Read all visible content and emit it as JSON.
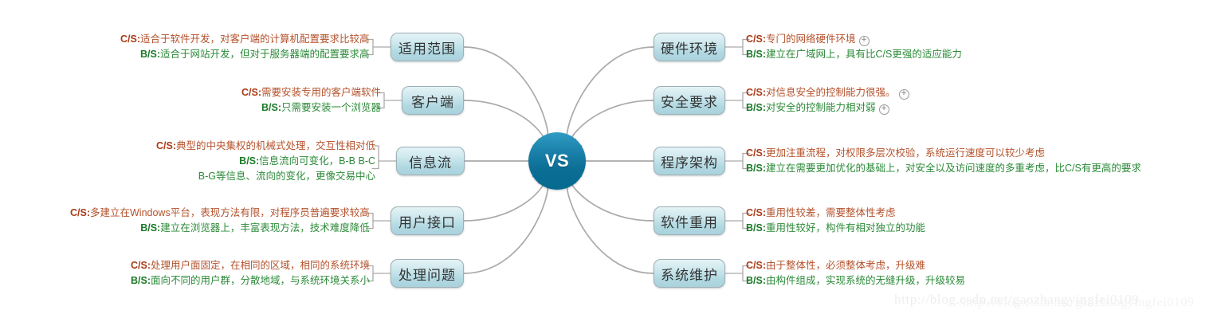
{
  "center": {
    "label": "VS"
  },
  "colors": {
    "center_fill": "#0c6f96",
    "topic_fill": "#b2d9e2",
    "topic_border": "#9fb0b4",
    "cs_text": "#b4522c",
    "bs_text": "#2b8a38",
    "connector": "#aaaaaa",
    "watermark": "#eeeeee"
  },
  "watermark": {
    "text": "http://blog.csdn.net/gaozhangyingfei0109"
  },
  "left_branches": [
    {
      "topic": "适用范围",
      "leaves": [
        {
          "tag": "C/S:",
          "type": "cs",
          "lines": [
            "适合于软件开发，对客户端的计算机配置要求比较高"
          ],
          "plus": false
        },
        {
          "tag": "B/S:",
          "type": "bs",
          "lines": [
            "适合于网站开发，但对于服务器端的配置要求高"
          ],
          "plus": false
        }
      ]
    },
    {
      "topic": "客户端",
      "leaves": [
        {
          "tag": "C/S:",
          "type": "cs",
          "lines": [
            "需要安装专用的客户端软件"
          ],
          "plus": false
        },
        {
          "tag": "B/S:",
          "type": "bs",
          "lines": [
            "只需要安装一个浏览器"
          ],
          "plus": false
        }
      ]
    },
    {
      "topic": "信息流",
      "leaves": [
        {
          "tag": "C/S:",
          "type": "cs",
          "lines": [
            "典型的中央集权的机械式处理，交互性相对低"
          ],
          "plus": false
        },
        {
          "tag": "B/S:",
          "type": "bs",
          "lines": [
            "信息流向可变化，B-B B-C",
            "B-G等信息、流向的变化，更像交易中心"
          ],
          "plus": false
        }
      ]
    },
    {
      "topic": "用户接口",
      "leaves": [
        {
          "tag": "C/S:",
          "type": "cs",
          "lines": [
            "多建立在Windows平台，表现方法有限，对程序员普遍要求较高"
          ],
          "plus": false
        },
        {
          "tag": "B/S:",
          "type": "bs",
          "lines": [
            "建立在浏览器上，丰富表现方法，技术难度降低"
          ],
          "plus": false
        }
      ]
    },
    {
      "topic": "处理问题",
      "leaves": [
        {
          "tag": "C/S:",
          "type": "cs",
          "lines": [
            "处理用户面固定，在相同的区域，相同的系统环境"
          ],
          "plus": false
        },
        {
          "tag": "B/S:",
          "type": "bs",
          "lines": [
            "面向不同的用户群，分散地域，与系统环境关系小"
          ],
          "plus": false
        }
      ]
    }
  ],
  "right_branches": [
    {
      "topic": "硬件环境",
      "leaves": [
        {
          "tag": "C/S:",
          "type": "cs",
          "lines": [
            "专门的网络硬件环境"
          ],
          "plus": true
        },
        {
          "tag": "B/S:",
          "type": "bs",
          "lines": [
            "建立在广域网上，具有比C/S更强的适应能力"
          ],
          "plus": false
        }
      ]
    },
    {
      "topic": "安全要求",
      "leaves": [
        {
          "tag": "C/S:",
          "type": "cs",
          "lines": [
            "对信息安全的控制能力很强。"
          ],
          "plus": true
        },
        {
          "tag": "B/S:",
          "type": "bs",
          "lines": [
            "对安全的控制能力相对弱"
          ],
          "plus": true
        }
      ]
    },
    {
      "topic": "程序架构",
      "leaves": [
        {
          "tag": "C/S:",
          "type": "cs",
          "lines": [
            "更加注重流程，对权限多层次校验，系统运行速度可以较少考虑"
          ],
          "plus": false
        },
        {
          "tag": "B/S:",
          "type": "bs",
          "lines": [
            "建立在需要更加优化的基础上，对安全以及访问速度的多重考虑，比C/S有更高的要求"
          ],
          "plus": false
        }
      ]
    },
    {
      "topic": "软件重用",
      "leaves": [
        {
          "tag": "C/S:",
          "type": "cs",
          "lines": [
            "重用性较差，需要整体性考虑"
          ],
          "plus": false
        },
        {
          "tag": "B/S:",
          "type": "bs",
          "lines": [
            "重用性较好，构件有相对独立的功能"
          ],
          "plus": false
        }
      ]
    },
    {
      "topic": "系统维护",
      "leaves": [
        {
          "tag": "C/S:",
          "type": "cs",
          "lines": [
            "由于整体性，必须整体考虑，升级难"
          ],
          "plus": false
        },
        {
          "tag": "B/S:",
          "type": "bs",
          "lines": [
            "由构件组成，实现系统的无缝升级，升级较易"
          ],
          "plus": false
        }
      ]
    }
  ]
}
